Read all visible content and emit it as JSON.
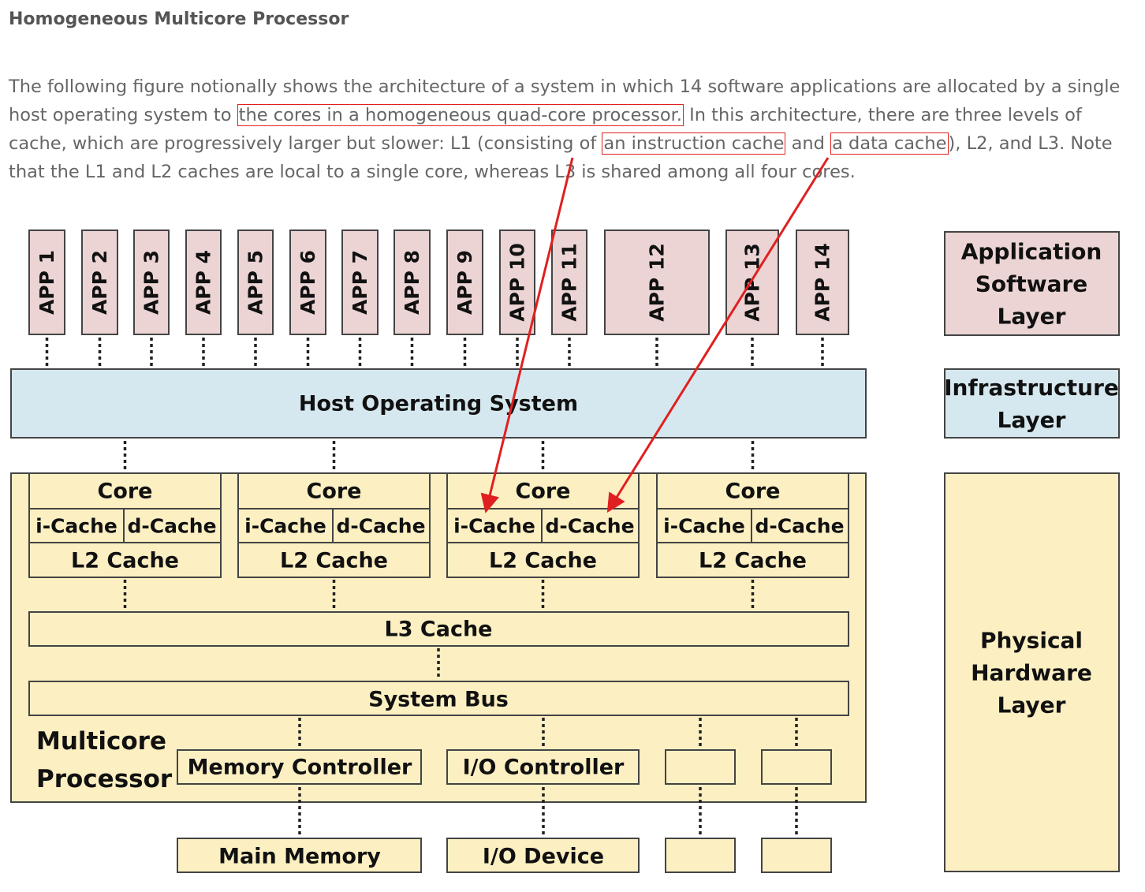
{
  "title": "Homogeneous Multicore Processor",
  "paragraph": {
    "t1": "The following figure notionally shows the architecture of a system in which 14 software applications are allocated by a single host operating system to ",
    "h1": "the cores in a homogeneous quad-core processor.",
    "t2": " In this architecture, there are three levels of cache, which are progressively larger but slower: L1 (consisting of ",
    "h2": "an instruction cache",
    "t3": " and ",
    "h3": "a data cache",
    "t4": "), L2, and L3. Note that the L1 and L2 caches are local to a single core, whereas L3 is shared among all four cores."
  },
  "diagram": {
    "apps": [
      "APP 1",
      "APP 2",
      "APP 3",
      "APP 4",
      "APP 5",
      "APP 6",
      "APP 7",
      "APP 8",
      "APP 9",
      "APP 10",
      "APP 11",
      "APP 12",
      "APP 13",
      "APP 14"
    ],
    "host_os": "Host Operating System",
    "core": {
      "title": "Core",
      "icache": "i-Cache",
      "dcache": "d-Cache",
      "l2": "L2 Cache"
    },
    "l3": "L3 Cache",
    "bus": "System Bus",
    "multicore": [
      "Multicore",
      "Processor"
    ],
    "mem_ctrl": "Memory Controller",
    "io_ctrl": "I/O Controller",
    "main_mem": "Main Memory",
    "io_dev": "I/O Device",
    "layers": {
      "app": [
        "Application",
        "Software",
        "Layer"
      ],
      "infra": [
        "Infrastructure",
        "Layer"
      ],
      "phys": [
        "Physical",
        "Hardware",
        "Layer"
      ]
    },
    "colors": {
      "app": "#ecd4d4",
      "infra": "#d6e8ef",
      "hw": "#fcefc2",
      "annotation": "#e02020"
    }
  }
}
